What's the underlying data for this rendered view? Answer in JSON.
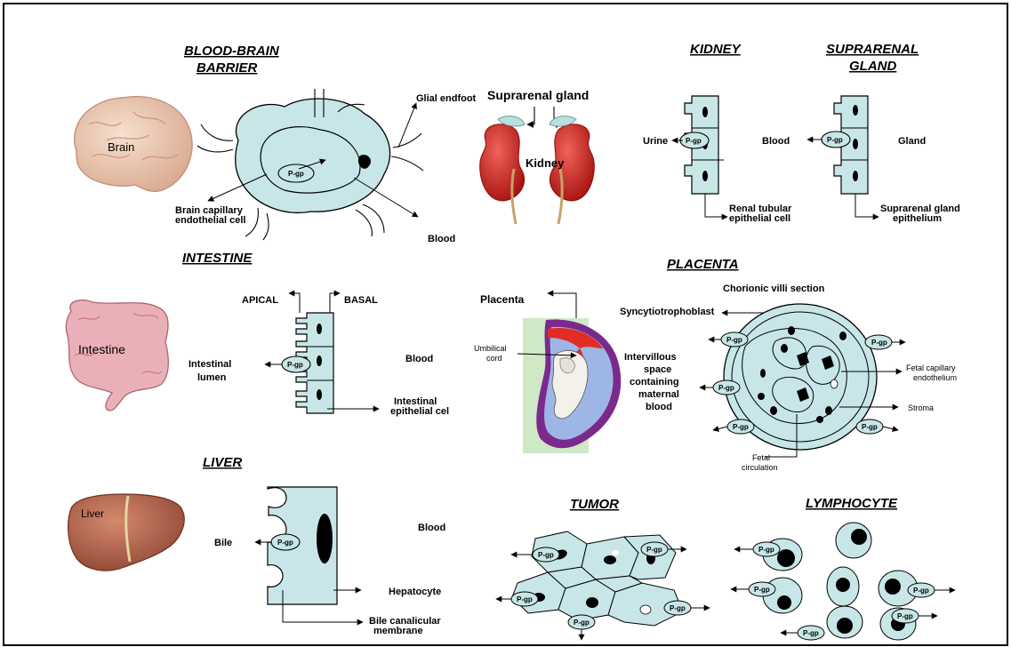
{
  "bbb": {
    "title_1": "BLOOD-BRAIN",
    "title_2": "BARRIER",
    "organ": "Brain",
    "glial": "Glial endfoot",
    "cell_1": "Brain capillary",
    "cell_2": "endothelial cell",
    "blood": "Blood",
    "pgp": "P-gp"
  },
  "kidney": {
    "title": "KIDNEY",
    "suprarenal_label": "Suprarenal gland",
    "kidney_label": "Kidney",
    "urine": "Urine",
    "blood": "Blood",
    "cell_1": "Renal tubular",
    "cell_2": "epithelial cell",
    "pgp": "P-gp"
  },
  "suprarenal": {
    "title_1": "SUPRARENAL",
    "title_2": "GLAND",
    "gland": "Gland",
    "cell_1": "Suprarenal gland",
    "cell_2": "epithelium",
    "pgp": "P-gp"
  },
  "intestine": {
    "title": "INTESTINE",
    "organ": "Intestine",
    "apical": "APICAL",
    "basal": "BASAL",
    "lumen_1": "Intestinal",
    "lumen_2": "lumen",
    "blood": "Blood",
    "cell_1": "Intestinal",
    "cell_2": "epithelial cel",
    "pgp": "P-gp"
  },
  "placenta": {
    "title": "PLACENTA",
    "placenta_label": "Placenta",
    "umbilical_1": "Umbilical",
    "umbilical_2": "cord",
    "chorionic": "Chorionic villi section",
    "syncytio": "Syncytiotrophoblast",
    "interv_1": "Intervillous",
    "interv_2": "space",
    "interv_3": "containing",
    "interv_4": "maternal",
    "interv_5": "blood",
    "fetal_cap_1": "Fetal capillary",
    "fetal_cap_2": "endothelium",
    "stroma": "Stroma",
    "fetal_circ_1": "Fetal",
    "fetal_circ_2": "circulation",
    "pgp": "P-gp"
  },
  "liver": {
    "title": "LIVER",
    "organ": "Liver",
    "bile": "Bile",
    "blood": "Blood",
    "hepatocyte": "Hepatocyte",
    "canal_1": "Bile canalicular",
    "canal_2": "membrane",
    "pgp": "P-gp"
  },
  "tumor": {
    "title": "TUMOR",
    "pgp": "P-gp"
  },
  "lymphocyte": {
    "title": "LYMPHOCYTE",
    "pgp": "P-gp"
  },
  "colors": {
    "cell_fill": "#c8e6e8",
    "kidney_red": "#c8231e",
    "placenta_purple": "#7a2a8c",
    "placenta_blue": "#9eb6e6",
    "placenta_green": "#cfe8c6",
    "brain": "#e9c9b3",
    "liver": "#b86a4e"
  }
}
